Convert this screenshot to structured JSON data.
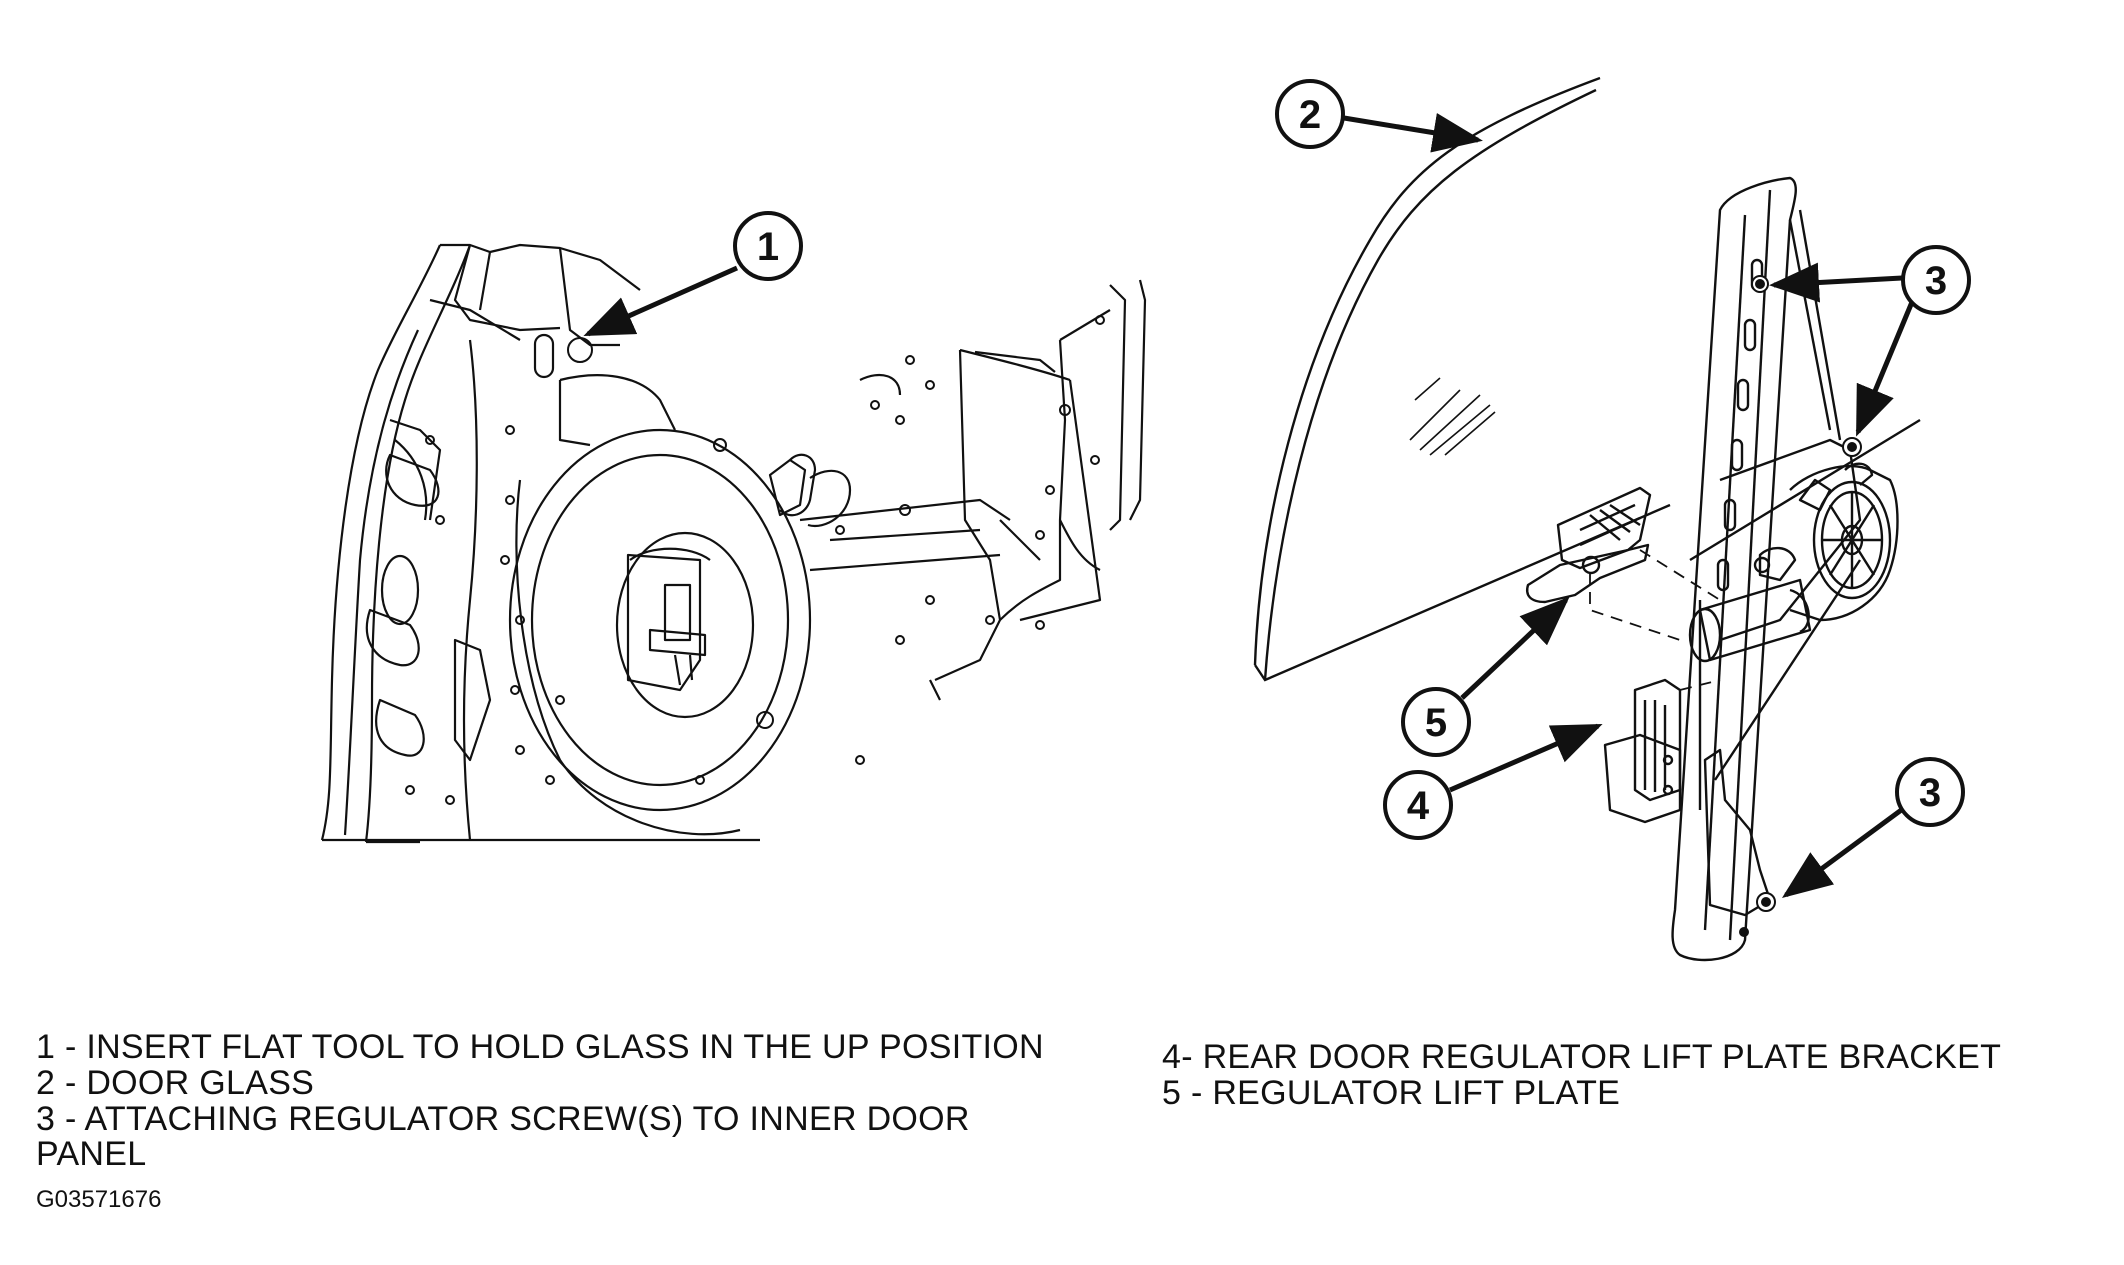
{
  "callouts": [
    {
      "id": "1",
      "number": "1"
    },
    {
      "id": "2",
      "number": "2"
    },
    {
      "id": "3a",
      "number": "3"
    },
    {
      "id": "3b",
      "number": "3"
    },
    {
      "id": "4",
      "number": "4"
    },
    {
      "id": "5",
      "number": "5"
    }
  ],
  "legend": {
    "left": [
      "1 - INSERT FLAT TOOL TO HOLD GLASS IN THE UP POSITION",
      "2 - DOOR GLASS",
      "3 - ATTACHING REGULATOR SCREW(S) TO INNER DOOR PANEL"
    ],
    "right": [
      "4- REAR DOOR REGULATOR LIFT PLATE BRACKET",
      "5 - REGULATOR LIFT PLATE"
    ]
  },
  "figure_id": "G03571676"
}
